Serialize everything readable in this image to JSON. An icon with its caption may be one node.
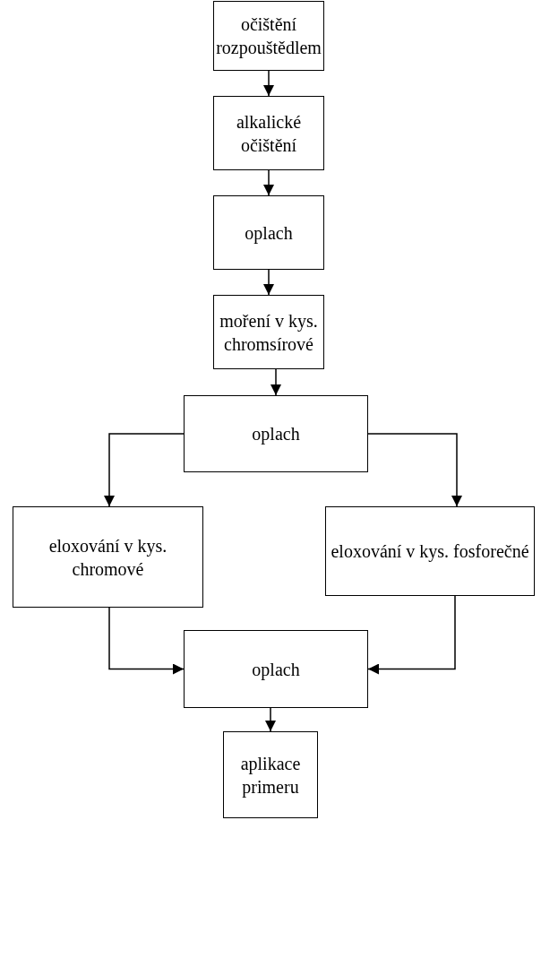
{
  "diagram": {
    "nodes": [
      {
        "text": [
          "očištění rozpouštědlem"
        ]
      },
      {
        "text": [
          "alkalické očištění"
        ]
      },
      {
        "text": [
          "oplach"
        ]
      },
      {
        "text": [
          "moření v kys. chromsírové"
        ]
      },
      {
        "text": [
          "oplach"
        ]
      },
      {
        "text": [
          "eloxování v kys. chromové"
        ]
      },
      {
        "text": [
          "eloxování v kys. fosforečné"
        ]
      },
      {
        "text": [
          "oplach"
        ]
      },
      {
        "text": [
          "aplikace primeru"
        ]
      }
    ],
    "edges": [
      {
        "from": 0,
        "to": 1,
        "arrow": "to"
      },
      {
        "from": 1,
        "to": 2,
        "arrow": "to"
      },
      {
        "from": 2,
        "to": 3,
        "arrow": "to"
      },
      {
        "from": 3,
        "to": 4,
        "arrow": "to"
      },
      {
        "from": 4,
        "to": 5,
        "arrow": "to"
      },
      {
        "from": 4,
        "to": 6,
        "arrow": "to"
      },
      {
        "from": 5,
        "to": 7,
        "arrow": "to"
      },
      {
        "from": 6,
        "to": 7,
        "arrow": "to"
      },
      {
        "from": 7,
        "to": 8,
        "arrow": "to"
      }
    ]
  }
}
